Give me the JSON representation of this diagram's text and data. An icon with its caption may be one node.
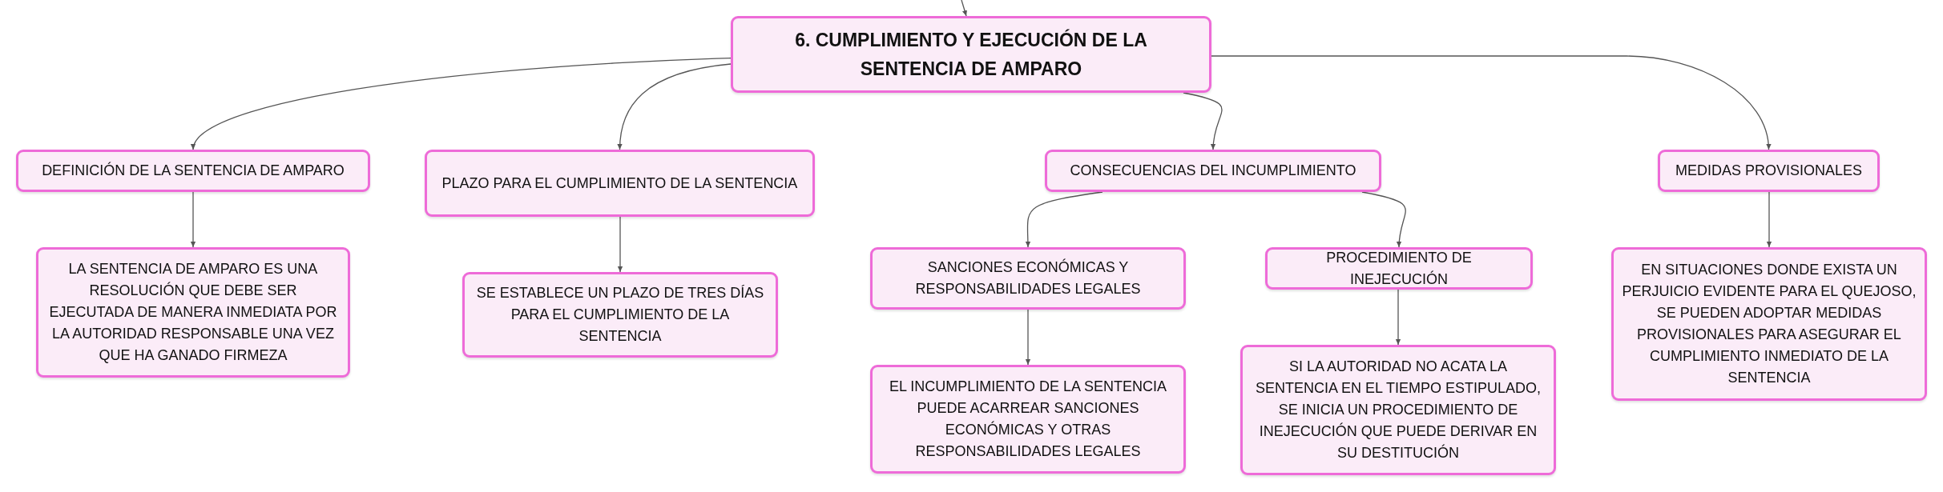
{
  "diagram": {
    "nodes": [
      {
        "text": [
          "6. CUMPLIMIENTO Y EJECUCIÓN DE LA SENTENCIA DE AMPARO"
        ]
      },
      {
        "text": [
          "DEFINICIÓN DE LA SENTENCIA DE AMPARO"
        ]
      },
      {
        "text": [
          "PLAZO PARA EL CUMPLIMIENTO DE LA SENTENCIA"
        ]
      },
      {
        "text": [
          "CONSECUENCIAS DEL INCUMPLIMIENTO"
        ]
      },
      {
        "text": [
          "MEDIDAS PROVISIONALES"
        ]
      },
      {
        "text": [
          "LA SENTENCIA DE AMPARO ES UNA RESOLUCIÓN QUE DEBE SER EJECUTADA DE MANERA INMEDIATA POR LA AUTORIDAD RESPONSABLE UNA VEZ QUE HA GANADO FIRMEZA"
        ]
      },
      {
        "text": [
          "SE ESTABLECE UN PLAZO DE TRES DÍAS PARA EL CUMPLIMIENTO DE LA SENTENCIA"
        ]
      },
      {
        "text": [
          "SANCIONES ECONÓMICAS Y RESPONSABILIDADES LEGALES"
        ]
      },
      {
        "text": [
          "PROCEDIMIENTO DE INEJECUCIÓN"
        ]
      },
      {
        "text": [
          "EL INCUMPLIMIENTO DE LA SENTENCIA PUEDE ACARREAR SANCIONES ECONÓMICAS Y OTRAS RESPONSABILIDADES LEGALES"
        ]
      },
      {
        "text": [
          "SI LA AUTORIDAD NO ACATA LA SENTENCIA EN EL TIEMPO ESTIPULADO, SE INICIA UN PROCEDIMIENTO DE INEJECUCIÓN QUE PUEDE DERIVAR EN SU DESTITUCIÓN"
        ]
      },
      {
        "text": [
          "EN SITUACIONES DONDE EXISTA UN PERJUICIO EVIDENTE PARA EL QUEJOSO, SE PUEDEN ADOPTAR MEDIDAS PROVISIONALES PARA ASEGURAR EL CUMPLIMIENTO INMEDIATO DE LA SENTENCIA"
        ]
      }
    ],
    "edges": [
      {
        "from": null,
        "to": 0,
        "arrow": "to"
      },
      {
        "from": 0,
        "to": 1,
        "arrow": "to"
      },
      {
        "from": 0,
        "to": 2,
        "arrow": "to"
      },
      {
        "from": 0,
        "to": 3,
        "arrow": "to"
      },
      {
        "from": 0,
        "to": 4,
        "arrow": "to"
      },
      {
        "from": 1,
        "to": 5,
        "arrow": "to"
      },
      {
        "from": 2,
        "to": 6,
        "arrow": "to"
      },
      {
        "from": 3,
        "to": 7,
        "arrow": "to"
      },
      {
        "from": 3,
        "to": 8,
        "arrow": "to"
      },
      {
        "from": 7,
        "to": 9,
        "arrow": "to"
      },
      {
        "from": 8,
        "to": 10,
        "arrow": "to"
      },
      {
        "from": 4,
        "to": 11,
        "arrow": "to"
      }
    ]
  }
}
